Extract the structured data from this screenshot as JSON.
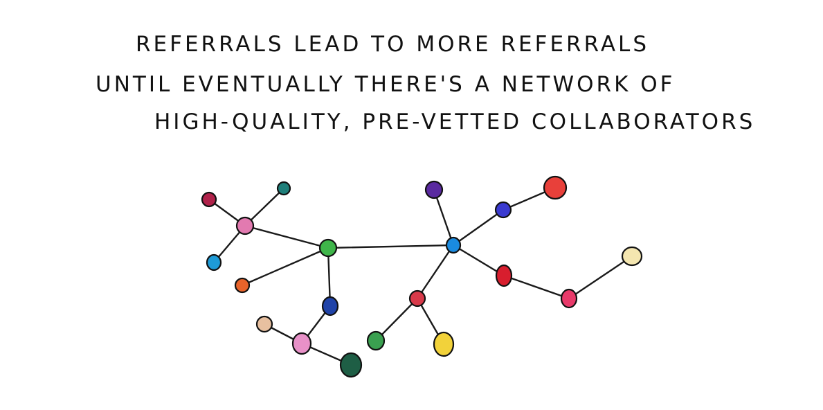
{
  "caption": {
    "line_1": "Referrals lead to more referrals",
    "line_2": "until eventually there's a network of",
    "line_3": "high-quality, pre-vetted collaborators"
  },
  "network": {
    "nodes": [
      {
        "id": "n1",
        "color": "#b0224a"
      },
      {
        "id": "n2",
        "color": "#1f7f7a"
      },
      {
        "id": "n3",
        "color": "#e27ab0"
      },
      {
        "id": "n4",
        "color": "#1e9bd7"
      },
      {
        "id": "n5",
        "color": "#3fb54a"
      },
      {
        "id": "n6",
        "color": "#e8632a"
      },
      {
        "id": "n7",
        "color": "#2043a8"
      },
      {
        "id": "n8",
        "color": "#e8c0a0"
      },
      {
        "id": "n9",
        "color": "#e891c8"
      },
      {
        "id": "n10",
        "color": "#1e5e45"
      },
      {
        "id": "n11",
        "color": "#5a2aa0"
      },
      {
        "id": "n12",
        "color": "#1a8be0"
      },
      {
        "id": "n13",
        "color": "#3a3ad0"
      },
      {
        "id": "n14",
        "color": "#e8403a"
      },
      {
        "id": "n15",
        "color": "#d81e2e"
      },
      {
        "id": "n16",
        "color": "#f4e6b0"
      },
      {
        "id": "n17",
        "color": "#e83a6a"
      },
      {
        "id": "n18",
        "color": "#d83a4a"
      },
      {
        "id": "n19",
        "color": "#3aa050"
      },
      {
        "id": "n20",
        "color": "#f2d23a"
      }
    ],
    "edges": [
      [
        "n1",
        "n3"
      ],
      [
        "n2",
        "n3"
      ],
      [
        "n3",
        "n4"
      ],
      [
        "n3",
        "n5"
      ],
      [
        "n5",
        "n6"
      ],
      [
        "n5",
        "n7"
      ],
      [
        "n7",
        "n9"
      ],
      [
        "n8",
        "n9"
      ],
      [
        "n9",
        "n10"
      ],
      [
        "n5",
        "n12"
      ],
      [
        "n11",
        "n12"
      ],
      [
        "n12",
        "n13"
      ],
      [
        "n13",
        "n14"
      ],
      [
        "n12",
        "n15"
      ],
      [
        "n15",
        "n17"
      ],
      [
        "n17",
        "n16"
      ],
      [
        "n12",
        "n18"
      ],
      [
        "n18",
        "n19"
      ],
      [
        "n18",
        "n20"
      ]
    ]
  }
}
